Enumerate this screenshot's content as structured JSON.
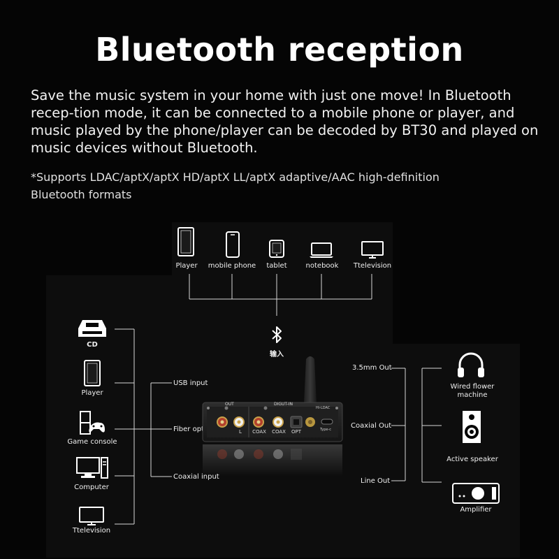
{
  "header": {
    "title": "Bluetooth reception",
    "description": "Save the music system in your home with just one move! In Bluetooth recep-tion mode, it can be connected to a mobile phone or player, and music played by the phone/player can be decoded by BT30 and played on music devices without Bluetooth.",
    "note": "*Supports LDAC/aptX/aptX HD/aptX LL/aptX adaptive/AAC high-definition Bluetooth formats"
  },
  "bluetooth_sources": [
    {
      "label": "Player",
      "icon": "player-icon"
    },
    {
      "label": "mobile phone",
      "icon": "mobile-phone-icon"
    },
    {
      "label": "tablet",
      "icon": "tablet-icon"
    },
    {
      "label": "notebook",
      "icon": "notebook-icon"
    },
    {
      "label": "Ttelevision",
      "icon": "television-icon"
    }
  ],
  "bluetooth_hub": {
    "label": "输入",
    "icon": "bluetooth-icon"
  },
  "wired_sources": [
    {
      "label": "CD",
      "icon": "cd-player-icon"
    },
    {
      "label": "Player",
      "icon": "player-icon"
    },
    {
      "label": "Game console",
      "icon": "game-console-icon"
    },
    {
      "label": "Computer",
      "icon": "computer-icon"
    },
    {
      "label": "Ttelevision",
      "icon": "television-icon"
    }
  ],
  "inputs": [
    "USB input",
    "Fiber optic input",
    "Coaxial input"
  ],
  "outputs": [
    "3.5mm Out",
    "Coaxial Out",
    "Line Out"
  ],
  "output_devices": [
    {
      "label": "Wired flower machine",
      "icon": "headphones-icon"
    },
    {
      "label": "Active speaker",
      "icon": "speaker-icon"
    },
    {
      "label": "Amplifier",
      "icon": "amplifier-icon"
    }
  ],
  "device": {
    "out_label": "OUT",
    "digit_in_label": "DIGUT-IN",
    "ports": [
      "L",
      "COAX",
      "COAX",
      "OPT"
    ],
    "badge": "Hi-LDAC",
    "type_c": "Type-c"
  },
  "colors": {
    "background": "#050505",
    "panel": "#0d0d0d",
    "line": "#d8d8d8",
    "text": "#ffffff"
  }
}
